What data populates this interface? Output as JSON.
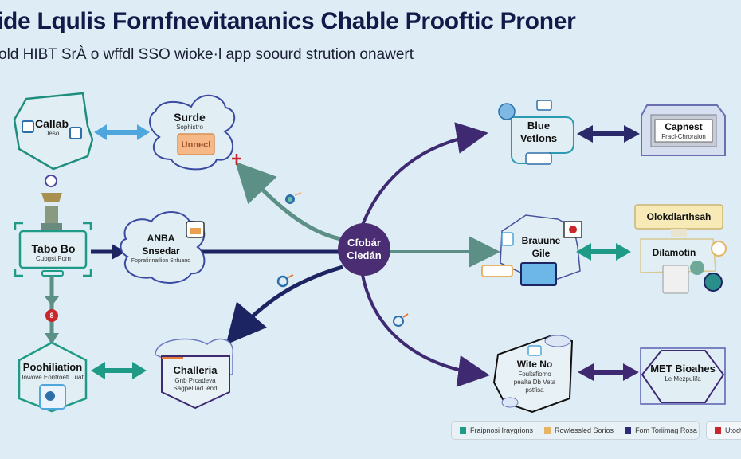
{
  "header": {
    "title": "ide Lqulis Fornfnevitananics Chable Prooftic Proner",
    "subtitle": "old HIBT SrÀ o wffdl SSO wioke·l app soourd strution onawert"
  },
  "hub": {
    "line1": "Cfobár",
    "line2": "Cledán",
    "color": "#4b2d73"
  },
  "nodes": {
    "callab": {
      "title": "Callab",
      "sub": "Deso"
    },
    "surde": {
      "title": "Surde",
      "sub": "Sophistro",
      "badge": "Unnecl"
    },
    "tabo": {
      "title": "Tabo Bo",
      "sub": "Cubgst Forn"
    },
    "anba": {
      "title": "ANBA",
      "title2": "Snsedar",
      "sub": "Foprafinnatlion Snfuand"
    },
    "poohiliation": {
      "title": "Poohiliation",
      "sub": "Iowove Eontroefl Tuat"
    },
    "challeria": {
      "title": "Challeria",
      "sub": "Gnb Prcadeva",
      "sub2": "Sagpel lad lend"
    },
    "blue": {
      "title": "Blue",
      "title2": "Vetlons"
    },
    "capnest": {
      "title": "Capnest",
      "sub": "Fracl-Chroraion"
    },
    "brauune": {
      "title": "Brauune",
      "title2": "Gile"
    },
    "olokd": {
      "title": "Olokdlarthsah"
    },
    "dilamotin": {
      "title": "Dilamotin"
    },
    "wite": {
      "title": "Wite No",
      "sub": "Foultsfiomo",
      "sub2": "pealta Db Veta",
      "sub3": "pstfisa"
    },
    "met": {
      "title": "MET Bioahes",
      "sub": "Le Mezpulifa"
    }
  },
  "step_badge": "8",
  "legend": {
    "items": [
      {
        "label": "Fraipnosi Iraygrions",
        "color": "#1f9a86"
      },
      {
        "label": "Rowlessled Sorios",
        "color": "#e6b463"
      },
      {
        "label": "Fom Toriimag Rosa",
        "color": "#2e2a7a"
      }
    ],
    "extra": {
      "label": "Utodtb",
      "color": "#c8262a"
    }
  },
  "colors": {
    "teal": "#1f9a86",
    "navy": "#1c2461",
    "purple": "#3f2a72",
    "sage": "#5c8f86",
    "sky": "#4fa6dc",
    "red": "#c8262a",
    "orange": "#f2b07c"
  }
}
